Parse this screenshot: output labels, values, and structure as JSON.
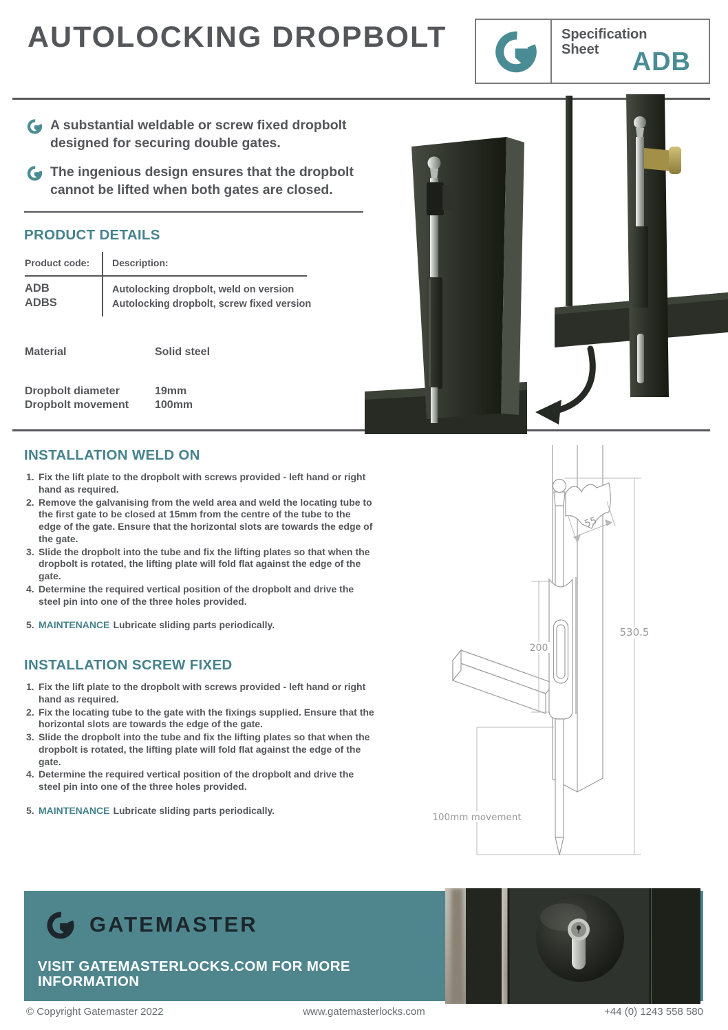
{
  "colors": {
    "accent_teal": "#45828C",
    "badge_teal": "#4A8C94",
    "banner_teal": "#4F868E",
    "body_text": "#55565A"
  },
  "header": {
    "title": "AUTOLOCKING DROPBOLT",
    "badge": {
      "line1": "Specification",
      "line2": "Sheet",
      "code": "ADB"
    }
  },
  "intro": {
    "bullets": [
      {
        "text": "A substantial weldable or screw fixed dropbolt designed for securing double gates."
      },
      {
        "text": "The ingenious design ensures that the dropbolt cannot be lifted when both gates are closed."
      }
    ]
  },
  "product_details": {
    "heading": "PRODUCT DETAILS",
    "table": {
      "code_header": "Product code:",
      "desc_header": "Description:",
      "rows": [
        {
          "code": "ADB",
          "desc": "Autolocking dropbolt, weld on version"
        },
        {
          "code": "ADBS",
          "desc": "Autolocking dropbolt, screw fixed version"
        }
      ]
    },
    "specs": [
      {
        "label": "Material",
        "value": "Solid steel"
      },
      {
        "label": "Dropbolt diameter",
        "value": "19mm"
      },
      {
        "label": "Dropbolt movement",
        "value": "100mm"
      }
    ]
  },
  "install_weld": {
    "heading": "INSTALLATION WELD ON",
    "steps": [
      {
        "num": "1.",
        "text": "Fix the lift plate to the dropbolt with screws provided - left hand or right hand as required."
      },
      {
        "num": "2.",
        "text": "Remove the galvanising from the weld area and weld the locating tube to the first gate to be closed at 15mm from the centre of the tube to the edge of the gate. Ensure that the horizontal slots are towards the edge of the gate."
      },
      {
        "num": "3.",
        "text": "Slide the dropbolt into the tube and fix the lifting plates so that when the dropbolt is rotated, the lifting plate will fold flat against the edge of the gate."
      },
      {
        "num": "4.",
        "text": "Determine the required vertical position of the dropbolt and drive the steel pin into one of the three holes provided."
      }
    ],
    "maintenance": {
      "num": "5.",
      "label": "MAINTENANCE",
      "text": "Lubricate sliding parts periodically."
    }
  },
  "install_screw": {
    "heading": "INSTALLATION SCREW FIXED",
    "steps": [
      {
        "num": "1.",
        "text": "Fix the lift plate to the dropbolt with screws provided - left hand or right hand as required."
      },
      {
        "num": "2.",
        "text": "Fix the locating tube to the gate with the fixings supplied. Ensure that the horizontal slots are towards the edge of the gate."
      },
      {
        "num": "3.",
        "text": "Slide the dropbolt into the tube and fix the lifting plates so that when the dropbolt is rotated, the lifting plate will fold flat against the edge of the gate."
      },
      {
        "num": "4.",
        "text": "Determine the required vertical position of the dropbolt and drive the steel pin into one of the three holes provided."
      }
    ],
    "maintenance": {
      "num": "5.",
      "label": "MAINTENANCE",
      "text": "Lubricate sliding parts periodically."
    }
  },
  "drawing": {
    "dim_55": "55",
    "dim_200": "200",
    "dim_total": "530.5",
    "dim_movement": "100mm movement"
  },
  "footer": {
    "brand": "GATEMASTER",
    "cta": "VISIT GATEMASTERLOCKS.COM FOR MORE INFORMATION",
    "copyright": "© Copyright Gatemaster 2022",
    "website": "www.gatemasterlocks.com",
    "phone": "+44 (0) 1243 558 580"
  }
}
